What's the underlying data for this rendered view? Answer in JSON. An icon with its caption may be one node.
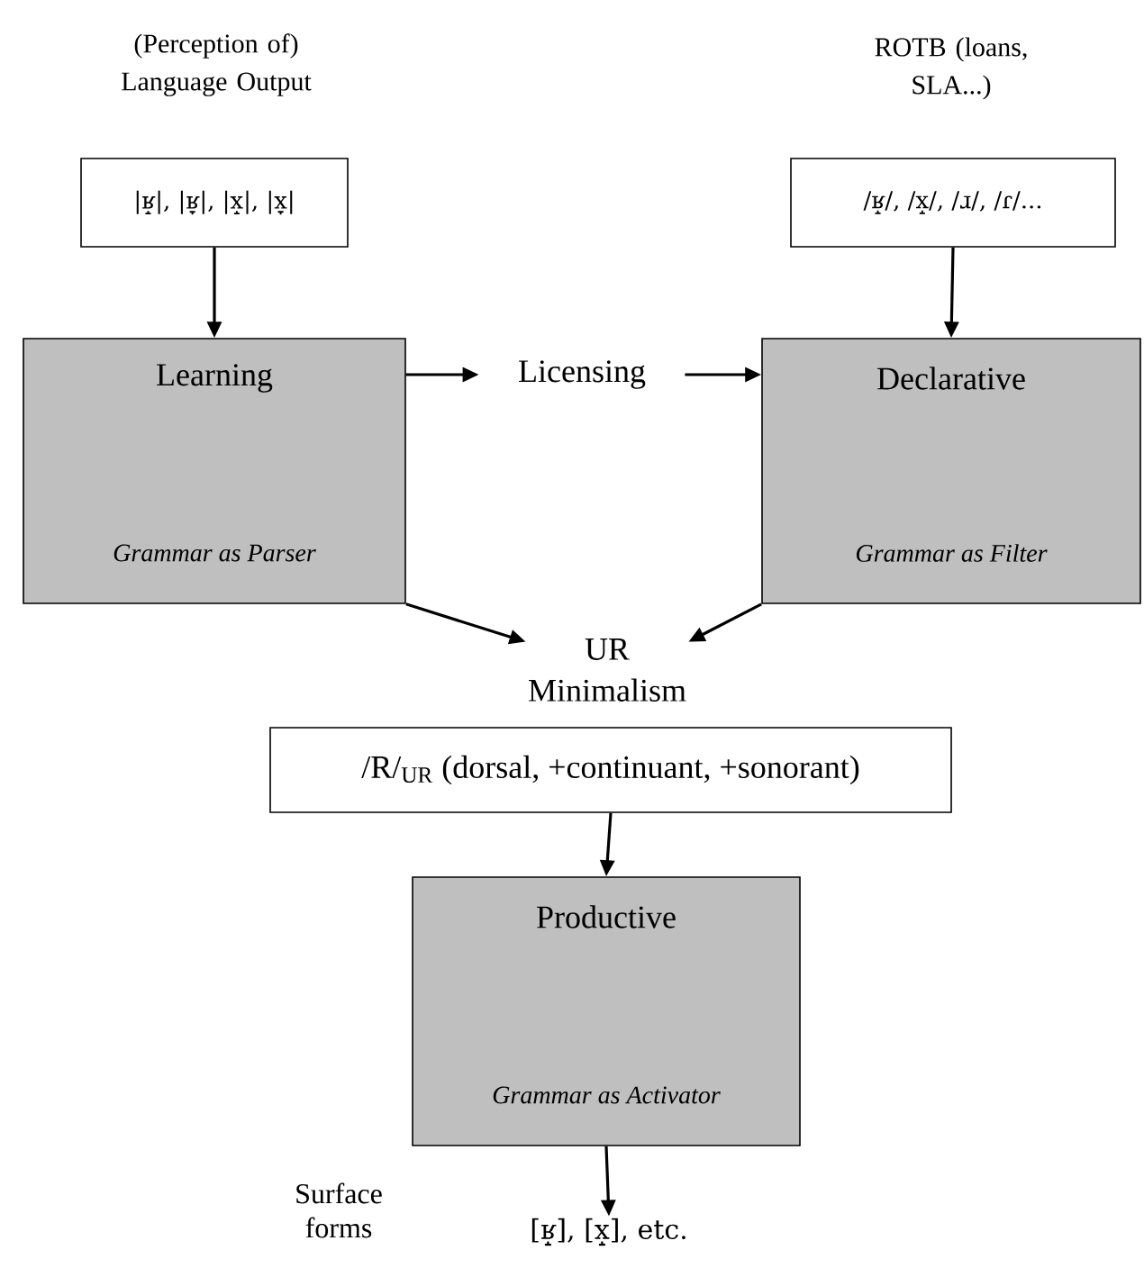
{
  "diagram": {
    "nodes": [
      {
        "text": [
          "(Perception of) Language Output",
          "|ʁ̝|, |ʁ̞|, |x̝|, |x̞|"
        ]
      },
      {
        "text": [
          "ROTB (loans, SLA...)",
          "/ʁ̝/, /x̝/, /ɹ/, /ɾ/..."
        ]
      },
      {
        "text": [
          "Learning",
          "Grammar as Parser"
        ]
      },
      {
        "text": [
          "Licensing"
        ]
      },
      {
        "text": [
          "Declarative",
          "Grammar as Filter"
        ]
      },
      {
        "text": [
          "UR Minimalism"
        ]
      },
      {
        "text": [
          "/R/$_{UR}$ (dorsal, +continuant, +sonorant)"
        ]
      },
      {
        "text": [
          "Productive",
          "Grammar as Activator"
        ]
      },
      {
        "text": [
          "[ʁ̝], [x̝], etc."
        ],
        "beside": [
          "Surface forms"
        ]
      }
    ],
    "edges": [
      {
        "from": 0,
        "to": 2,
        "arrow": "to"
      },
      {
        "from": 1,
        "to": 4,
        "arrow": "to"
      },
      {
        "from": 2,
        "to": 3,
        "arrow": "to"
      },
      {
        "from": 3,
        "to": 4,
        "arrow": "to"
      },
      {
        "from": 2,
        "to": 5,
        "arrow": "to"
      },
      {
        "from": 4,
        "to": 5,
        "arrow": "to"
      },
      {
        "from": 6,
        "to": 7,
        "arrow": "to"
      },
      {
        "from": 7,
        "to": 8,
        "arrow": "to"
      }
    ]
  }
}
